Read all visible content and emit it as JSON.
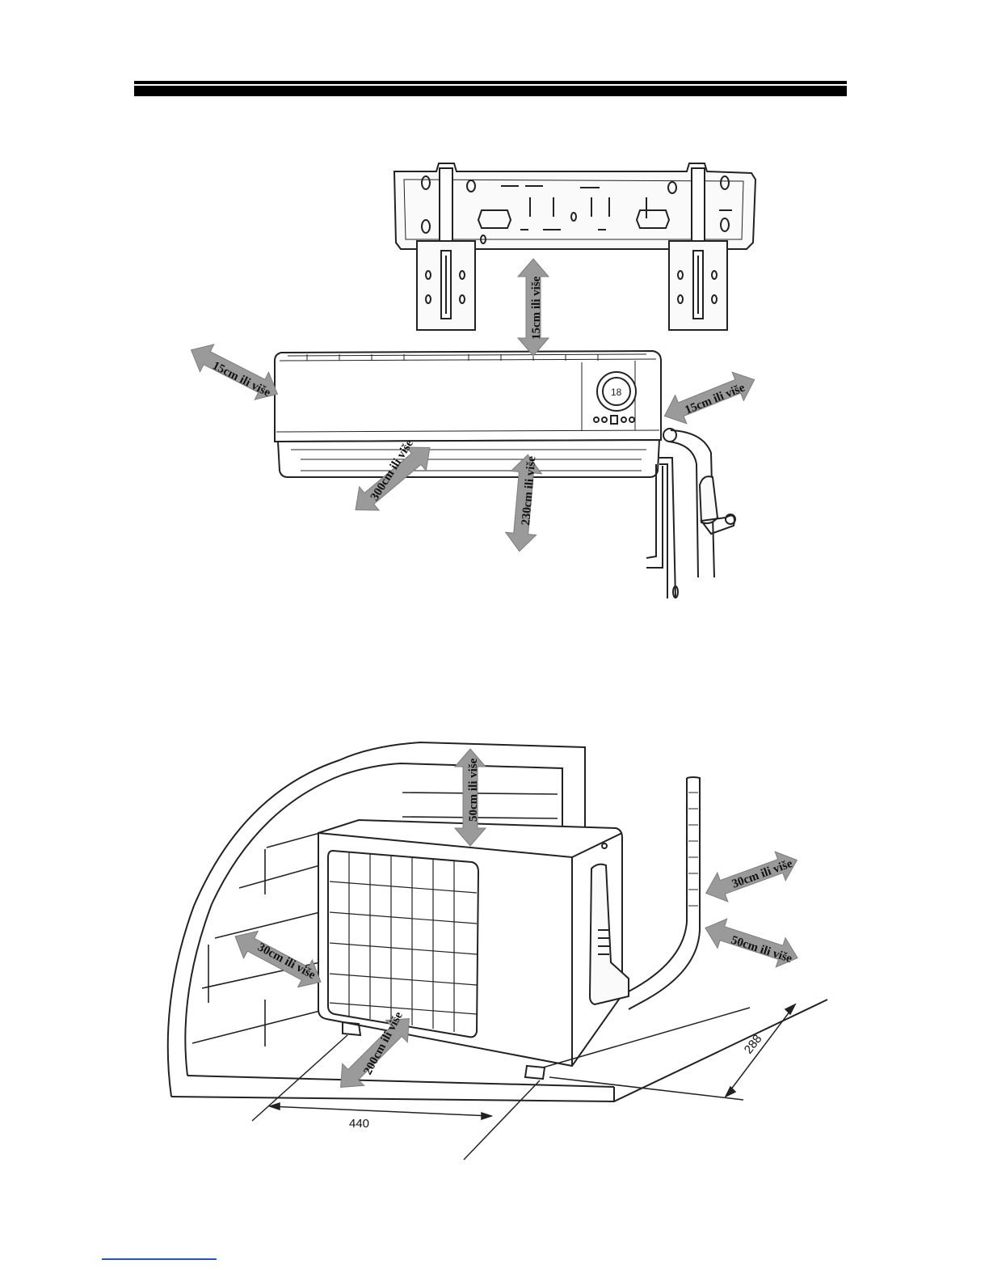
{
  "indoor_unit": {
    "clearance_top": "15cm ili više",
    "clearance_left": "15cm ili više",
    "clearance_right": "15cm ili više",
    "clearance_front": "300cm ili više",
    "clearance_floor": "230cm ili više",
    "display_value": "18"
  },
  "outdoor_unit": {
    "clearance_top": "50cm ili više",
    "clearance_back": "30cm ili više",
    "clearance_side": "30cm ili više",
    "clearance_right": "50cm ili više",
    "clearance_front": "200cm ili više",
    "dimension_width": "440",
    "dimension_depth": "288"
  }
}
